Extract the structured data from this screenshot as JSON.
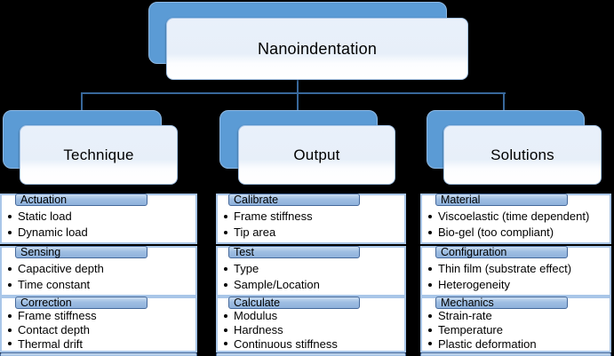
{
  "root": {
    "label": "Nanoindentation"
  },
  "branches": [
    {
      "label": "Technique",
      "sections": [
        {
          "header": "Actuation",
          "bullets": [
            "Static load",
            "Dynamic load"
          ]
        },
        {
          "header": "Sensing",
          "bullets": [
            "Capacitive depth",
            "Time constant"
          ]
        },
        {
          "header": "Correction",
          "bullets": [
            "Frame stiffness",
            "Contact depth",
            "Thermal drift"
          ]
        }
      ]
    },
    {
      "label": "Output",
      "sections": [
        {
          "header": "Calibrate",
          "bullets": [
            "Frame stiffness",
            "Tip area"
          ]
        },
        {
          "header": "Test",
          "bullets": [
            "Type",
            "Sample/Location"
          ]
        },
        {
          "header": "Calculate",
          "bullets": [
            "Modulus",
            "Hardness",
            "Continuous stiffness"
          ]
        }
      ]
    },
    {
      "label": "Solutions",
      "sections": [
        {
          "header": "Material",
          "bullets": [
            "Viscoelastic (time dependent)",
            "Bio-gel (too compliant)"
          ]
        },
        {
          "header": "Configuration",
          "bullets": [
            "Thin film (substrate effect)",
            "Heterogeneity"
          ]
        },
        {
          "header": "Mechanics",
          "bullets": [
            "Strain-rate",
            "Temperature",
            "Plastic deformation"
          ]
        }
      ]
    }
  ],
  "colors": {
    "background": "#000000",
    "accent_blue": "#5B9BD5",
    "panel_tint": "#E9F0FA",
    "panel_border": "#A6C5E8",
    "bar_top": "#CADDF1",
    "bar_bottom": "#8FB2DC",
    "bar_border": "#46699B",
    "connector": "#38689B",
    "text": "#000000"
  }
}
